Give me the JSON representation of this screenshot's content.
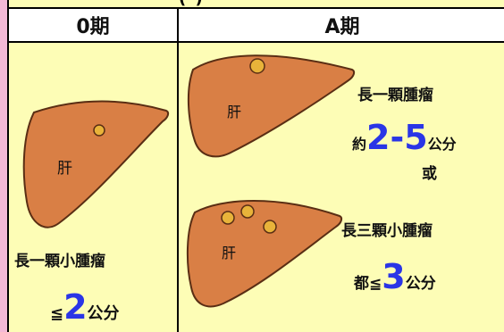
{
  "top_title_fragment": "(                         )",
  "columns": {
    "stage0": "0期",
    "stageA": "A期"
  },
  "liver_label": "肝",
  "stage0": {
    "line1": "長一顆小腫瘤",
    "prefix": "≦",
    "size": "2",
    "unit": "公分"
  },
  "stageA_1": {
    "line1": "長一顆腫瘤",
    "prefix": "約",
    "size": "2-5",
    "unit": "公分",
    "or": "或"
  },
  "stageA_2": {
    "line1": "長三顆小腫瘤",
    "prefix": "都≦",
    "size": "3",
    "unit": "公分"
  },
  "colors": {
    "liver": "#d97f45",
    "tumor": "#e8b33a",
    "highlight": "#2a35e6",
    "background": "#fdfdb6",
    "side": "#f3b9d6"
  }
}
